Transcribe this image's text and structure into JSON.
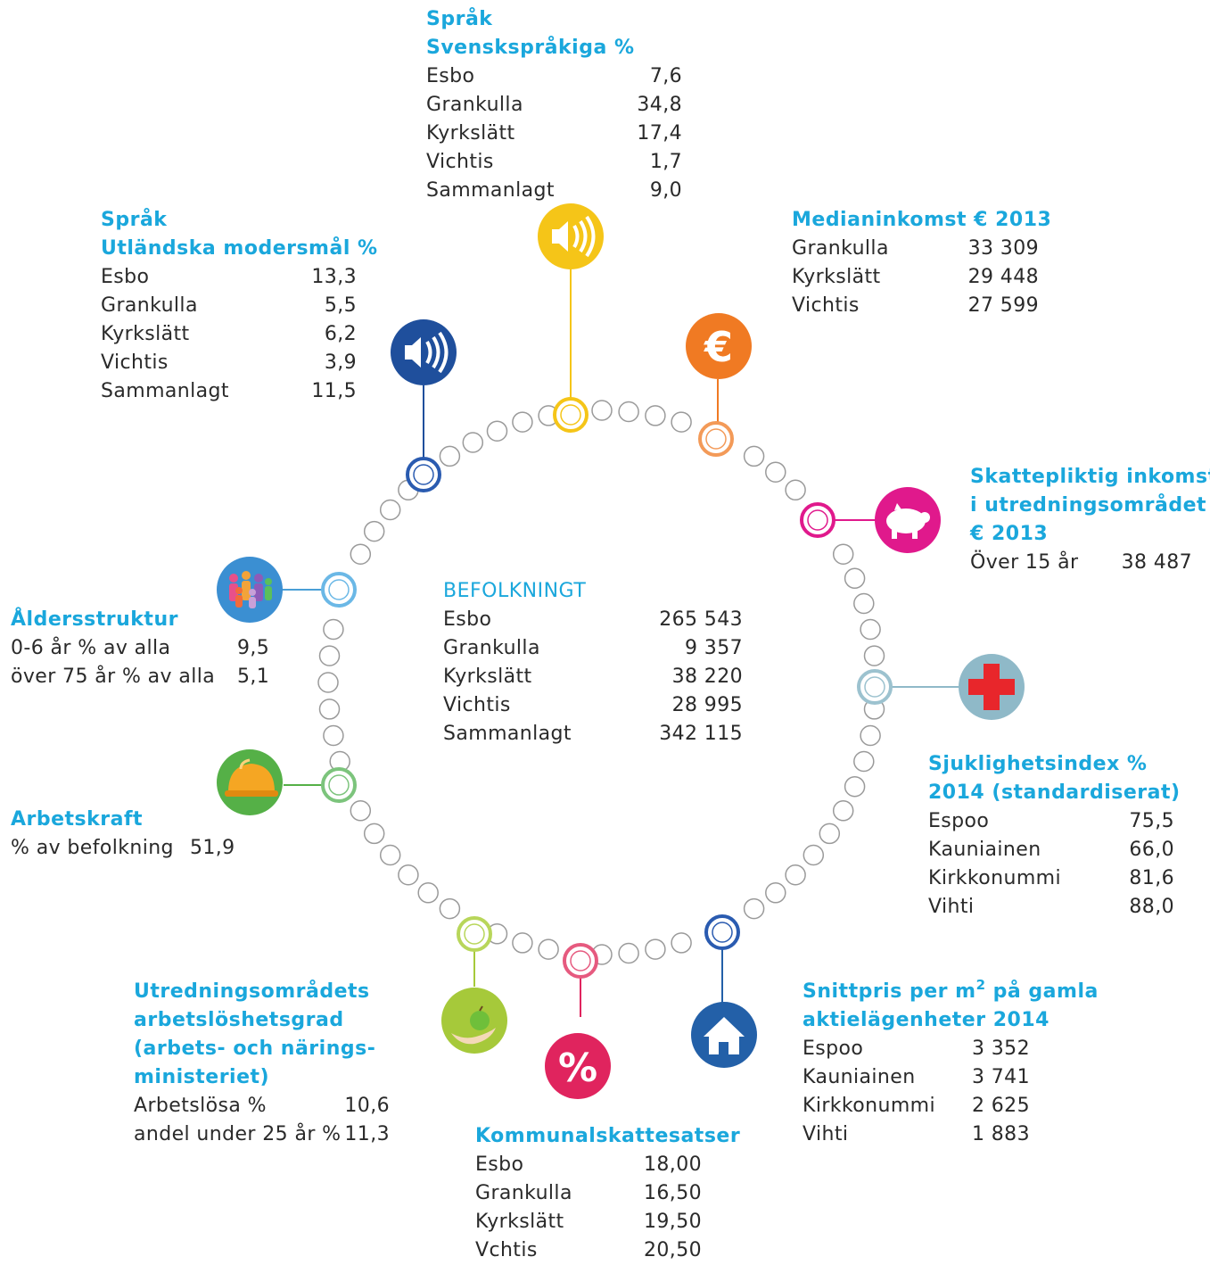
{
  "center": {
    "title": "BEFOLKNINGT",
    "rows": [
      {
        "label": "Esbo",
        "value": "265 543"
      },
      {
        "label": "Grankulla",
        "value": "9 357"
      },
      {
        "label": "Kyrkslätt",
        "value": "38 220"
      },
      {
        "label": "Vichtis",
        "value": "28 995"
      },
      {
        "label": "Sammanlagt",
        "value": "342 115"
      }
    ]
  },
  "swedish": {
    "title1": "Språk",
    "title2": "Svenskspråkiga %",
    "rows": [
      {
        "label": "Esbo",
        "value": "7,6"
      },
      {
        "label": "Grankulla",
        "value": "34,8"
      },
      {
        "label": "Kyrkslätt",
        "value": "17,4"
      },
      {
        "label": "Vichtis",
        "value": "1,7"
      },
      {
        "label": "Sammanlagt",
        "value": "9,0"
      }
    ]
  },
  "foreign": {
    "title1": "Språk",
    "title2": "Utländska modersmål %",
    "rows": [
      {
        "label": "Esbo",
        "value": "13,3"
      },
      {
        "label": "Grankulla",
        "value": "5,5"
      },
      {
        "label": "Kyrkslätt",
        "value": "6,2"
      },
      {
        "label": "Vichtis",
        "value": "3,9"
      },
      {
        "label": "Sammanlagt",
        "value": "11,5"
      }
    ]
  },
  "median": {
    "title": "Medianinkomst € 2013",
    "rows": [
      {
        "label": "Grankulla",
        "value": "33 309"
      },
      {
        "label": "Kyrkslätt",
        "value": "29 448"
      },
      {
        "label": "Vichtis",
        "value": "27 599"
      }
    ]
  },
  "taxable": {
    "title1": "Skattepliktig inkomst",
    "title2": "i utredningsområdet",
    "title3": "€ 2013",
    "rows": [
      {
        "label": "Över 15 år",
        "value": "38 487"
      }
    ]
  },
  "age": {
    "title": "Åldersstruktur",
    "rows": [
      {
        "label": "0-6 år % av alla",
        "value": "9,5"
      },
      {
        "label": "över 75 år % av alla",
        "value": "5,1"
      }
    ]
  },
  "labour": {
    "title": "Arbetskraft",
    "rows": [
      {
        "label": "% av befolkning",
        "value": "51,9"
      }
    ]
  },
  "morbidity": {
    "title1": "Sjuklighetsindex %",
    "title2": "2014 (standardiserat)",
    "rows": [
      {
        "label": "Espoo",
        "value": "75,5"
      },
      {
        "label": "Kauniainen",
        "value": "66,0"
      },
      {
        "label": "Kirkkonummi",
        "value": "81,6"
      },
      {
        "label": "Vihti",
        "value": "88,0"
      }
    ]
  },
  "price": {
    "title1a": "Snittpris per m",
    "title1sup": "2",
    "title1b": " på gamla",
    "title2": "aktielägenheter 2014",
    "rows": [
      {
        "label": "Espoo",
        "value": "3 352"
      },
      {
        "label": "Kauniainen",
        "value": "3 741"
      },
      {
        "label": "Kirkkonummi",
        "value": "2 625"
      },
      {
        "label": "Vihti",
        "value": "1 883"
      }
    ]
  },
  "unemp": {
    "title1": "Utredningsområdets",
    "title2": "arbetslöshetsgrad",
    "title3": "(arbets- och närings-",
    "title4": "ministeriet)",
    "rows": [
      {
        "label": "Arbetslösa %",
        "value": "10,6"
      },
      {
        "label": "andel under 25 år %",
        "value": "11,3"
      }
    ]
  },
  "tax": {
    "title": "Kommunalskattesatser",
    "rows": [
      {
        "label": "Esbo",
        "value": "18,00"
      },
      {
        "label": "Grankulla",
        "value": "16,50"
      },
      {
        "label": "Kyrkslätt",
        "value": "19,50"
      },
      {
        "label": "Vchtis",
        "value": "20,50"
      }
    ]
  },
  "colors": {
    "title": "#1aa7dc",
    "yellow": "#f5c518",
    "navy": "#1f4f9c",
    "orange": "#f07a23",
    "magenta": "#e0198c",
    "lightblue": "#4a9fd6",
    "grayblue": "#8fb9c8",
    "green": "#55b047",
    "lime": "#a6c93a",
    "pink": "#e0245e",
    "blue": "#2360a8"
  },
  "icons": [
    "sound-icon",
    "sound-icon",
    "euro-icon",
    "piggy-bank-icon",
    "people-icon",
    "red-cross-icon",
    "hard-hat-icon",
    "house-icon",
    "apple-hand-icon",
    "percent-icon"
  ]
}
